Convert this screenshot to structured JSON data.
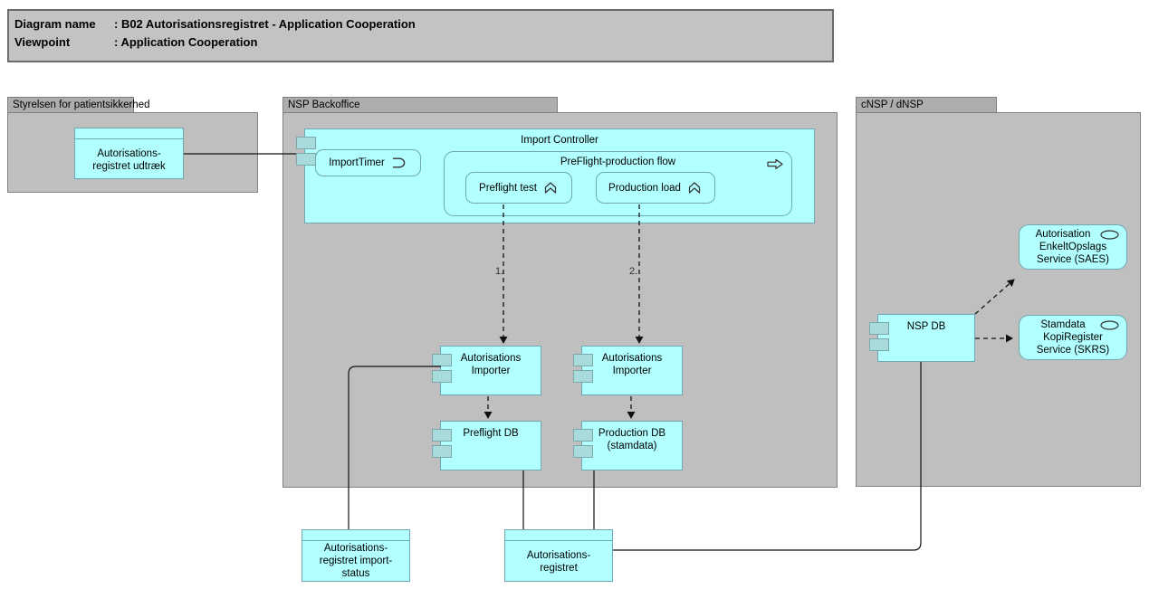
{
  "title_block": {
    "rows": [
      {
        "label": "Diagram name",
        "value": ": B02 Autorisationsregistret - Application Cooperation"
      },
      {
        "label": "Viewpoint",
        "value": ": Application Cooperation"
      }
    ]
  },
  "groups": {
    "styrelsen": {
      "label": "Styrelsen for patientsikkerhed"
    },
    "nsp_backoffice": {
      "label": "NSP Backoffice"
    },
    "cnsp": {
      "label": "cNSP / dNSP"
    }
  },
  "nodes": {
    "udtraek": {
      "lines": [
        "Autorisations-",
        "registret udtræk"
      ]
    },
    "import_controller": {
      "label": "Import Controller"
    },
    "import_timer": {
      "label": "ImportTimer",
      "icon": "event-icon"
    },
    "flow_container": {
      "label": "PreFlight-production flow",
      "icon": "flow-arrow-icon"
    },
    "preflight_test": {
      "label": "Preflight test",
      "icon": "function-icon"
    },
    "production_load": {
      "label": "Production load",
      "icon": "function-icon"
    },
    "importer_preflight": {
      "lines": [
        "Autorisations",
        "Importer"
      ]
    },
    "importer_production": {
      "lines": [
        "Autorisations",
        "Importer"
      ]
    },
    "preflight_db": {
      "lines": [
        "Preflight DB"
      ]
    },
    "production_db": {
      "lines": [
        "Production DB",
        "(stamdata)"
      ]
    },
    "nsp_db": {
      "label": "NSP DB"
    },
    "saes": {
      "lines": [
        "Autorisation",
        "EnkeltOpslags",
        "Service (SAES)"
      ],
      "icon": "service-icon"
    },
    "skrs": {
      "lines": [
        "Stamdata",
        "KopiRegister",
        "Service (SKRS)"
      ],
      "icon": "service-icon"
    },
    "import_status": {
      "lines": [
        "Autorisations-",
        "registret import-",
        "status"
      ]
    },
    "aut_registret": {
      "lines": [
        "Autorisations-",
        "registret"
      ]
    }
  },
  "edges": {
    "flow1_label": "1.",
    "flow2_label": "2."
  },
  "colors": {
    "element_fill": "#B2FFFF",
    "element_border": "#6FA7B2",
    "port_fill": "#A8DCDC",
    "group_fill": "#BFBFBF",
    "group_tab_fill": "#ADADAD",
    "group_border": "#7F7F7F",
    "title_fill": "#C3C3C3",
    "title_border": "#6B6B6B",
    "connector": "#111111"
  }
}
